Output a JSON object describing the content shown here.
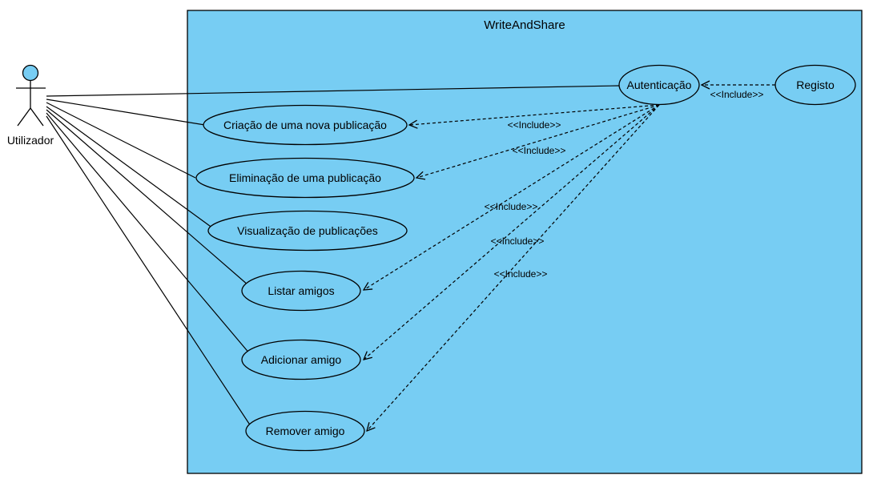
{
  "colors": {
    "system_fill": "#77cdf3",
    "actor_head_fill": "#77cdf3",
    "ellipse_fill": "#77cdf3",
    "stroke": "#000000"
  },
  "system": {
    "title": "WriteAndShare"
  },
  "actor": {
    "label": "Utilizador",
    "icon": "stick-figure-icon"
  },
  "use_cases": {
    "autenticacao": "Autenticação",
    "registo": "Registo",
    "criacao": "Criação de uma nova publicação",
    "eliminacao": "Eliminação de uma publicação",
    "visualizacao": "Visualização de publicações",
    "listar": "Listar amigos",
    "adicionar": "Adicionar amigo",
    "remover": "Remover amigo"
  },
  "relations": {
    "registo_autenticacao": "<<Include>>",
    "criacao": "<<Include>>",
    "eliminacao": "<<Include>>",
    "listar": "<<Include>>",
    "adicionar": "<<Include>>",
    "remover": "<<Include>>"
  }
}
